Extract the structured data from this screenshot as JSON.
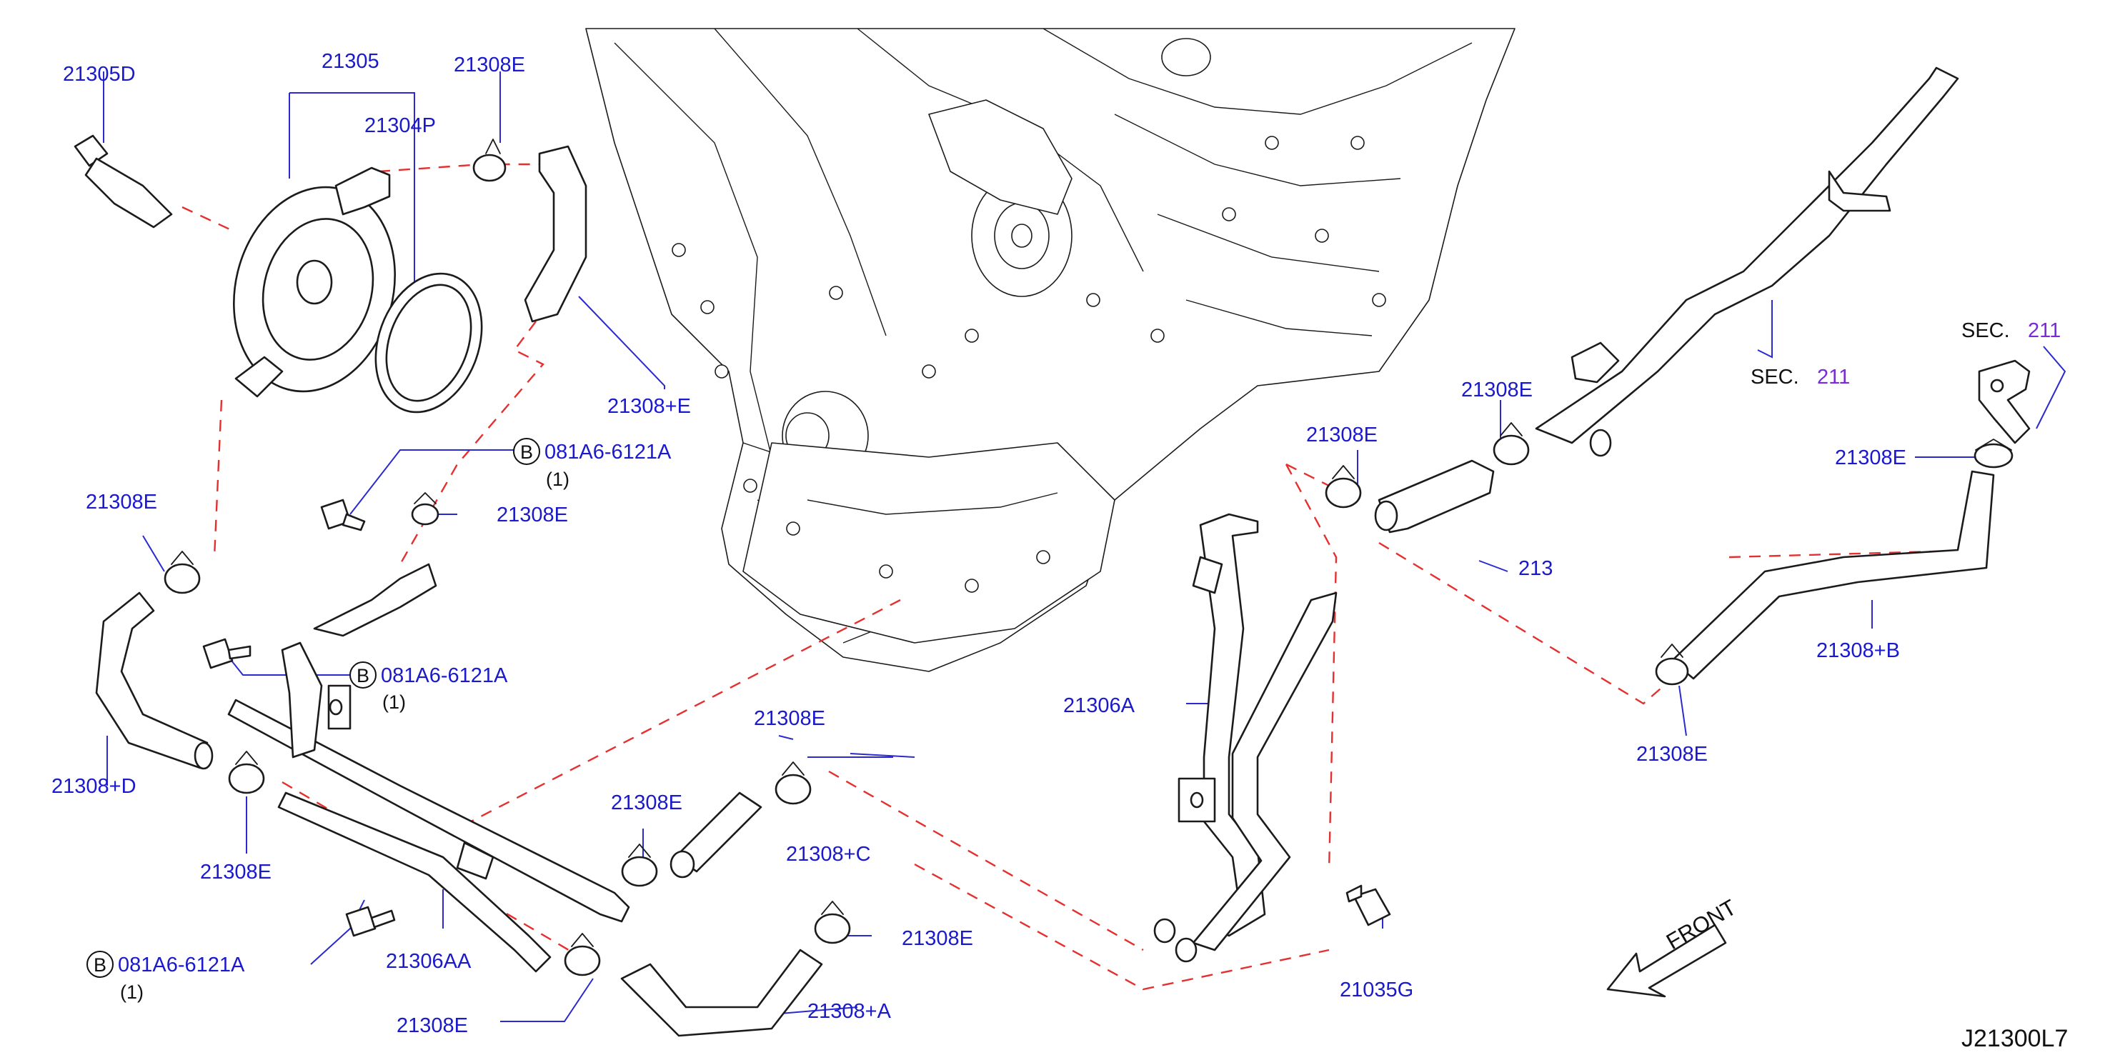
{
  "diagram_code": "J21300L7",
  "front_label": "FRONT",
  "callouts": {
    "p21305D": "21305D",
    "p21305": "21305",
    "p21304P": "21304P",
    "p21308E_top": "21308E",
    "p21308plusE": "21308+E",
    "p21308E_left": "21308E",
    "bolt_top_code": "081A6-6121A",
    "bolt_top_qty": "(1)",
    "p21308E_clip_cut": "21308E",
    "bolt_mid_code": "081A6-6121A",
    "bolt_mid_qty": "(1)",
    "p21308plusD": "21308+D",
    "p21308E_lower_left": "21308E",
    "bolt_bottom_code": "081A6-6121A",
    "bolt_bottom_qty": "(1)",
    "p21306AA": "21306AA",
    "p21308E_bottom": "21308E",
    "p21308E_center_a": "21308E",
    "p21308E_center_b": "21308E",
    "p21308plusC": "21308+C",
    "p21308E_center_c": "21308E",
    "p21308plusA": "21308+A",
    "p21306A": "21306A",
    "p21035G": "21035G",
    "p21308E_right_a": "21308E",
    "p21308E_right_b": "21308E",
    "p21308_cut": "213",
    "sec_label_1": "SEC.",
    "sec_num_1": "211",
    "sec_label_2": "SEC.",
    "sec_num_2": "211",
    "p21308E_far_right": "21308E",
    "p21308plusB": "21308+B",
    "p21308E_right_bottom": "21308E"
  },
  "bolt_marker": "B",
  "colors": {
    "callout": "#1a1acc",
    "section_ref": "#7a2bd6",
    "dashed_line": "#e53030"
  }
}
